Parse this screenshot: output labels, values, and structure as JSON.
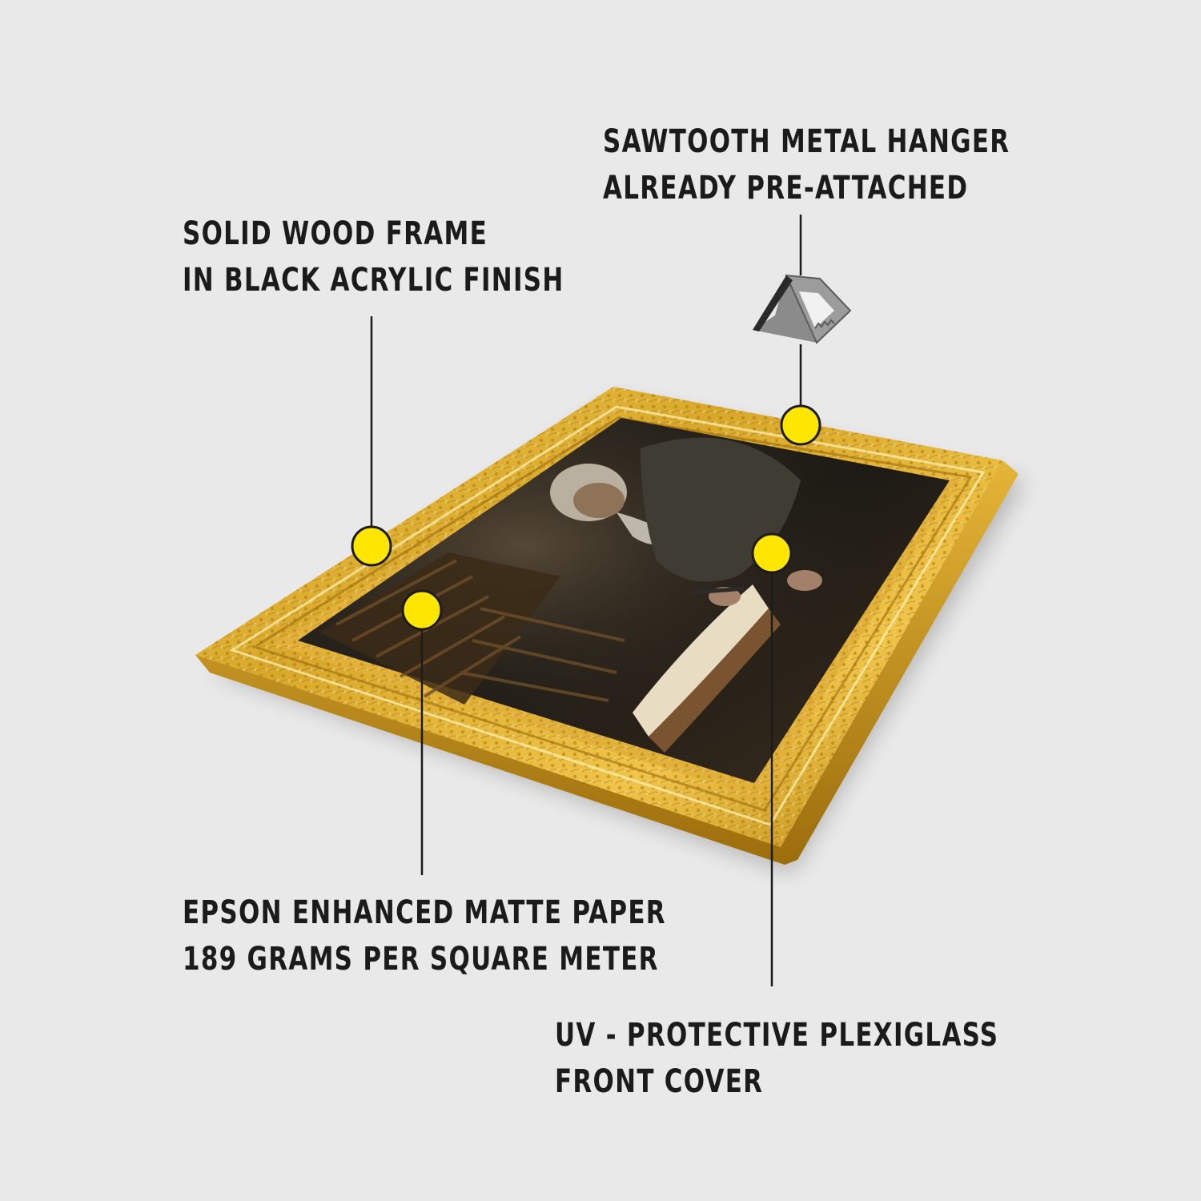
{
  "callouts": {
    "hanger": {
      "line1": "SAWTOOTH METAL HANGER",
      "line2": "ALREADY PRE-ATTACHED"
    },
    "frame": {
      "line1": "SOLID WOOD FRAME",
      "line2": "IN BLACK ACRYLIC FINISH"
    },
    "paper": {
      "line1": "EPSON ENHANCED MATTE PAPER",
      "line2": "189 GRAMS PER SQUARE METER"
    },
    "cover": {
      "line1": "UV - PROTECTIVE PLEXIGLASS",
      "line2": "FRONT COVER"
    }
  },
  "colors": {
    "background": "#e9e9e9",
    "text": "#1b1b1b",
    "marker": "#ffe600",
    "frame_gold": "#d9a82a"
  },
  "icons": {
    "hanger": "sawtooth-hanger-icon",
    "marker": "yellow-dot-marker"
  }
}
